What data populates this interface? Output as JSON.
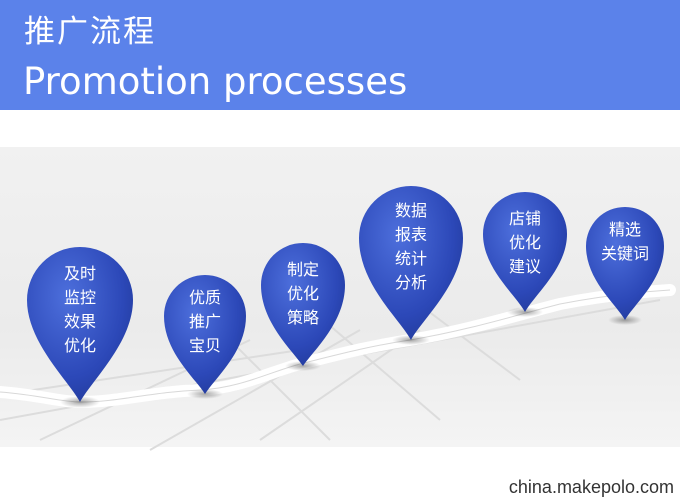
{
  "header": {
    "title_cn": "推广流程",
    "title_en": "Promotion processes",
    "bg_color": "#5b82ea"
  },
  "steps": [
    {
      "label": "及时\n监控\n效果\n优化"
    },
    {
      "label": "优质\n推广\n宝贝"
    },
    {
      "label": "制定\n优化\n策略"
    },
    {
      "label": "数据\n报表\n统计\n分析"
    },
    {
      "label": "店铺\n优化\n建议"
    },
    {
      "label": "精选\n关键词"
    }
  ],
  "pin_color": "#2f4fc0",
  "watermark": "china.makepolo.com"
}
